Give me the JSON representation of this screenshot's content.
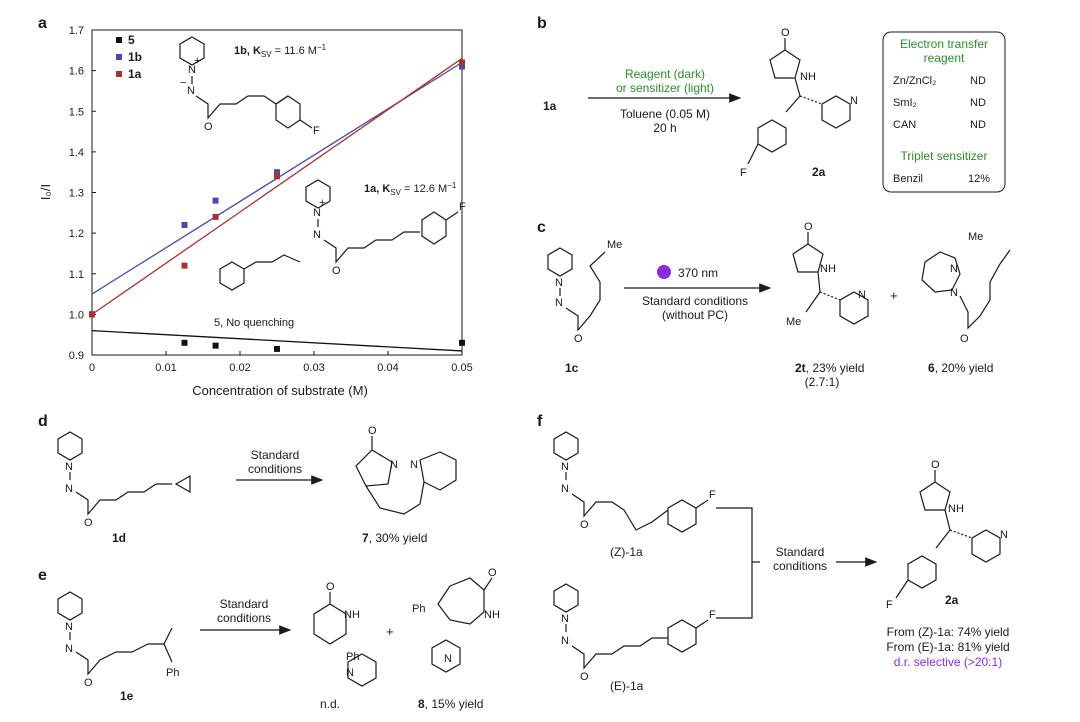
{
  "panels": {
    "a": "a",
    "b": "b",
    "c": "c",
    "d": "d",
    "e": "e",
    "f": "f"
  },
  "chart_data": {
    "type": "scatter",
    "xlabel": "Concentration of substrate (M)",
    "ylabel": "I₀/I",
    "xlim": [
      0,
      0.05
    ],
    "ylim": [
      0.9,
      1.7
    ],
    "xticks": [
      "0",
      "0.01",
      "0.02",
      "0.03",
      "0.04",
      "0.05"
    ],
    "yticks": [
      "0.9",
      "1.0",
      "1.1",
      "1.2",
      "1.3",
      "1.4",
      "1.5",
      "1.6",
      "1.7"
    ],
    "legend": [
      "5",
      "1b",
      "1a"
    ],
    "colors": {
      "5": "#111111",
      "1b": "#4b4ba8",
      "1a": "#a83232"
    },
    "series": [
      {
        "name": "5",
        "x": [
          0,
          0.0125,
          0.0167,
          0.025,
          0.05
        ],
        "y": [
          1.0,
          0.93,
          0.923,
          0.915,
          0.93
        ],
        "fit": [
          [
            0,
            0.96
          ],
          [
            0.05,
            0.91
          ]
        ]
      },
      {
        "name": "1b",
        "x": [
          0,
          0.0125,
          0.0167,
          0.025,
          0.05
        ],
        "y": [
          1.0,
          1.22,
          1.28,
          1.35,
          1.61
        ],
        "fit": [
          [
            0,
            1.05
          ],
          [
            0.05,
            1.62
          ]
        ]
      },
      {
        "name": "1a",
        "x": [
          0,
          0.0125,
          0.0167,
          0.025,
          0.05
        ],
        "y": [
          1.0,
          1.12,
          1.24,
          1.34,
          1.62
        ],
        "fit": [
          [
            0,
            1.0
          ],
          [
            0.05,
            1.63
          ]
        ]
      }
    ],
    "annotations": {
      "ann_1b": "1b, K",
      "ann_1a": "1a, K",
      "ksv_sub": "SV",
      "ksv_1b_val": " = 11.6 M",
      "ksv_1a_val": " = 12.6 M",
      "minus_one": "−1",
      "ann_5": "5, No quenching"
    }
  },
  "panel_b": {
    "sub_1a": "1a",
    "arrow_top1": "Reagent (dark)",
    "arrow_top2": "or sensitizer (light)",
    "arrow_bot1": "Toluene (0.05 M)",
    "arrow_bot2": "20 h",
    "product": "2a",
    "box_title1": "Electron transfer",
    "box_title2": "reagent",
    "rows": [
      {
        "reagent": "Zn/ZnCl₂",
        "result": "ND"
      },
      {
        "reagent": "SmI₂",
        "result": "ND"
      },
      {
        "reagent": "CAN",
        "result": "ND"
      }
    ],
    "box_title3": "Triplet sensitizer",
    "sens_row": {
      "reagent": "Benzil",
      "result": "12%"
    }
  },
  "panel_c": {
    "wavelength": "370 nm",
    "cond1": "Standard conditions",
    "cond2": "(without PC)",
    "sub": "1c",
    "p1_name": "2t",
    "p1_yield": ", 23% yield",
    "p1_ratio": "(2.7:1)",
    "p2_name": "6",
    "p2_yield": ", 20% yield",
    "plus": "+",
    "me": "Me"
  },
  "panel_d": {
    "cond1": "Standard",
    "cond2": "conditions",
    "sub": "1d",
    "p_name": "7",
    "p_yield": ", 30% yield"
  },
  "panel_e": {
    "cond1": "Standard",
    "cond2": "conditions",
    "sub": "1e",
    "p1": "n.d.",
    "p2_name": "8",
    "p2_yield": ", 15% yield",
    "plus": "+",
    "ph": "Ph"
  },
  "panel_f": {
    "sub_z": "(Z)-1a",
    "sub_e": "(E)-1a",
    "cond1": "Standard",
    "cond2": "conditions",
    "product": "2a",
    "yield_z": "From (Z)-1a: 74% yield",
    "yield_e": "From (E)-1a: 81% yield",
    "dr": "d.r. selective (>20:1)"
  },
  "atoms": {
    "N": "N",
    "Nplus": "N",
    "O": "O",
    "F": "F",
    "NH": "NH",
    "plus": "+",
    "minus": "−"
  }
}
